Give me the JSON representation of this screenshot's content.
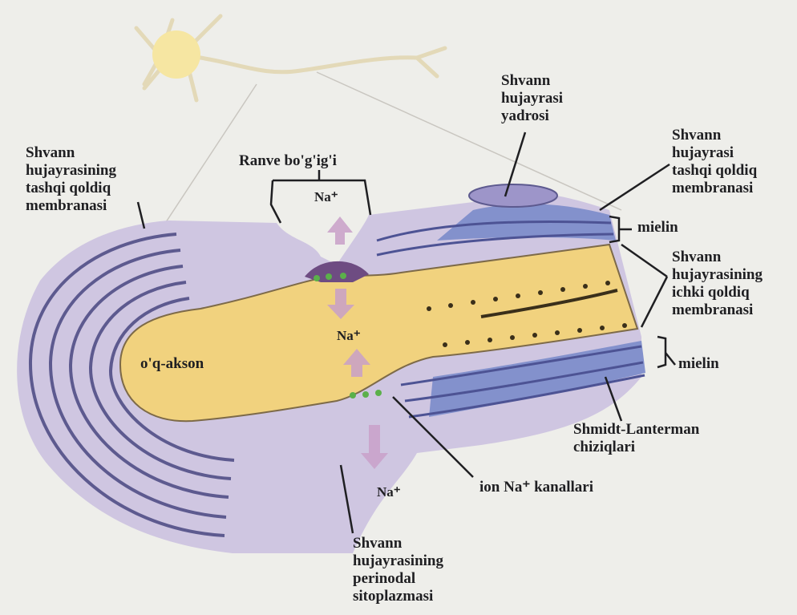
{
  "diagram": {
    "labels": {
      "outer_membrane_left": "Shvann\nhujayrasining\ntashqi qoldiq\nmembranasi",
      "ranvier_node": "Ranve bo'g'ig'i",
      "nucleus": "Shvann\nhujayrasi\nyadrosi",
      "outer_membrane_right": "Shvann\nhujayrasi\ntashqi qoldiq\nmembranasi",
      "myelin_top": "mielin",
      "inner_membrane": "Shvann\nhujayrasining\nichki qoldiq\nmembranasi",
      "myelin_bottom": "mielin",
      "axon": "o'q-akson",
      "schmidt_lanterman": "Shmidt-Lanterman\nchiziqlari",
      "ion_channels": "ion Na⁺ kanallari",
      "perinodal_cytoplasm": "Shvann\nhujayrasining\nperinodal\nsitoplazmasi",
      "na_top": "Na⁺",
      "na_mid": "Na⁺",
      "na_bottom": "Na⁺"
    },
    "colors": {
      "background": "#eeeeea",
      "axon": "#f1d27e",
      "myelin_blue": "#7f8fc9",
      "myelin_light": "#c8bfdc",
      "membrane_lines": "#5d5a8f",
      "channels": "#5bb04a",
      "neuron_body": "#f6e6a2"
    }
  }
}
